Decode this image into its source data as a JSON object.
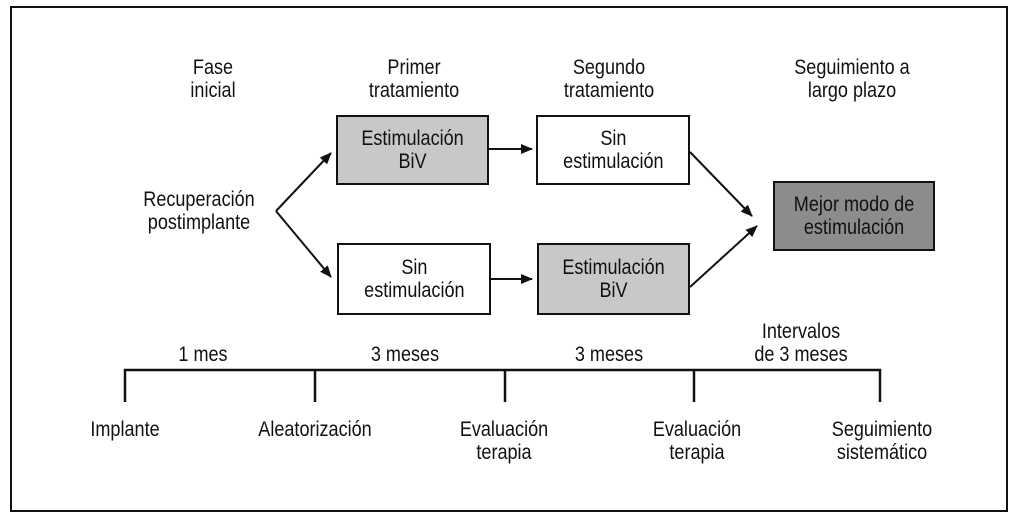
{
  "headers": {
    "fase_inicial": [
      "Fase",
      "inicial"
    ],
    "primer_tratamiento": [
      "Primer",
      "tratamiento"
    ],
    "segundo_tratamiento": [
      "Segundo",
      "tratamiento"
    ],
    "seguimiento": [
      "Seguimiento a",
      "largo plazo"
    ]
  },
  "start_label": [
    "Recuperación",
    "postimplante"
  ],
  "boxes": {
    "top_first": {
      "lines": [
        "Estimulación",
        "BiV"
      ],
      "fill": "#c8c8c8"
    },
    "top_second": {
      "lines": [
        "Sin",
        "estimulación"
      ],
      "fill": "#ffffff"
    },
    "bottom_first": {
      "lines": [
        "Sin",
        "estimulación"
      ],
      "fill": "#ffffff"
    },
    "bottom_second": {
      "lines": [
        "Estimulación",
        "BiV"
      ],
      "fill": "#c8c8c8"
    },
    "result": {
      "lines": [
        "Mejor modo de",
        "estimulación"
      ],
      "fill": "#8c8c8c"
    }
  },
  "timeline": {
    "intervals": [
      [
        "1 mes"
      ],
      [
        "3 meses"
      ],
      [
        "3 meses"
      ],
      [
        "Intervalos",
        "de 3 meses"
      ]
    ],
    "milestones": [
      [
        "Implante"
      ],
      [
        "Aleatorización"
      ],
      [
        "Evaluación",
        "terapia"
      ],
      [
        "Evaluación",
        "terapia"
      ],
      [
        "Seguimiento",
        "sistemático"
      ]
    ]
  }
}
